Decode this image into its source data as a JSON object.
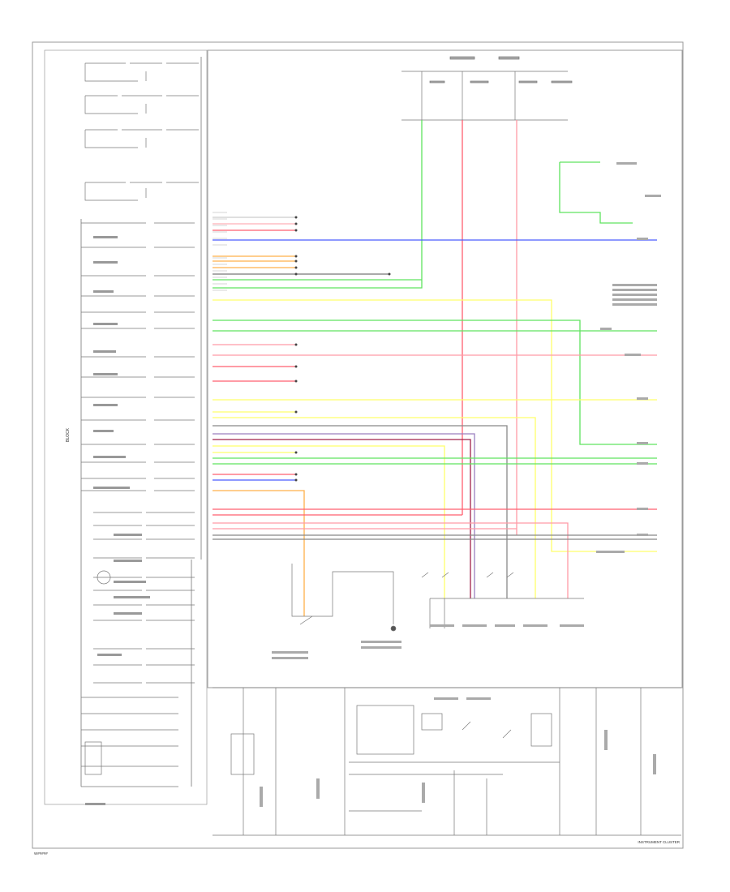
{
  "diagram": {
    "title": "INSTRUMENT CLUSTER",
    "page_ref": "W#####",
    "side_label": "BLOCK",
    "colors": {
      "green": "#5fe35f",
      "red": "#ff5f6f",
      "pink": "#ff9aa6",
      "blue": "#4a5cff",
      "yellow": "#ffff6a",
      "orange": "#ffb04a",
      "gray": "#888888",
      "purple": "#9a7fbf",
      "darkred": "#a0204a",
      "frame": "#9a9a9a",
      "ink": "#555555"
    }
  }
}
